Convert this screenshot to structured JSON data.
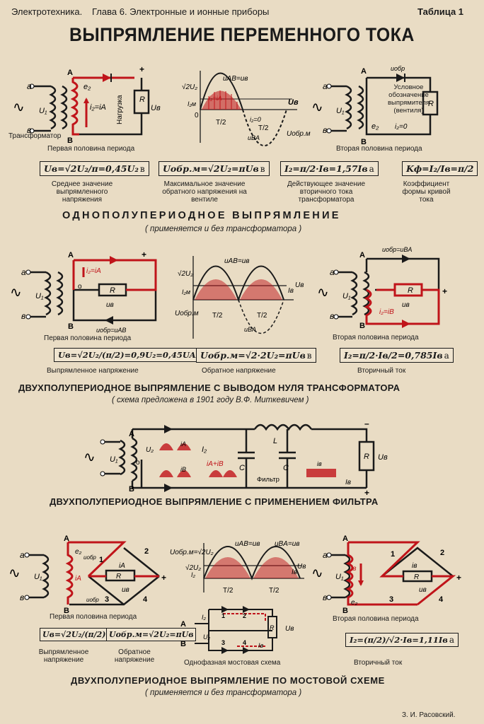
{
  "header": {
    "subject": "Электротехника.",
    "chapter": "Глава 6. Электронные и ионные приборы",
    "table": "Таблица 1"
  },
  "title": "ВЫПРЯМЛЕНИЕ ПЕРЕМЕННОГО ТОКА",
  "half_wave": {
    "caption_first": "Первая половина периода",
    "caption_second": "Вторая половина периода",
    "label_transformer": "Трансформатор",
    "label_load": "Нагрузка",
    "label_valve": "Условное обозначение выпрямителя (вентиля)",
    "formulas": [
      {
        "text": "Uв=√2U₂/π=0,45U₂",
        "unit": "в",
        "caption": "Среднее значение выпрямленного напряжения"
      },
      {
        "text": "Uобр.м=√2U₂=πUв",
        "unit": "в",
        "caption": "Максимальное значение обратного напряжения на вентиле"
      },
      {
        "text": "I₂=π/2·Iв=1,57Iв",
        "unit": "а",
        "caption": "Действующее значение вторичного тока трансформатора"
      },
      {
        "text": "Kф=I₂/Iв=π/2",
        "unit": "",
        "caption": "Коэффициент формы кривой тока"
      }
    ],
    "section_title": "ОДНОПОЛУПЕРИОДНОЕ ВЫПРЯМЛЕНИЕ",
    "section_sub": "( применяется и без трансформатора )"
  },
  "center_tap": {
    "caption_first": "Первая половина периода",
    "caption_second": "Вторая половина периода",
    "formulas": [
      {
        "text": "Uв=√2U₂/(π/2)=0,9U₂=0,45UAB",
        "unit": "в",
        "caption": "Выпрямленное напряжение"
      },
      {
        "text": "Uобр.м=√2·2U₂=πUв",
        "unit": "в",
        "caption": "Обратное напряжение"
      },
      {
        "text": "I₂=π/2·Iв/2=0,785Iв",
        "unit": "а",
        "caption": "Вторичный ток"
      }
    ],
    "section_title": "ДВУХПОЛУПЕРИОДНОЕ ВЫПРЯМЛЕНИЕ С ВЫВОДОМ НУЛЯ ТРАНСФОРМАТОРА",
    "section_sub": "( схема предложена в 1901 году В.Ф. Миткевичем )"
  },
  "filter": {
    "label_filter": "Фильтр",
    "section_title": "ДВУХПОЛУПЕРИОДНОЕ ВЫПРЯМЛЕНИЕ С ПРИМЕНЕНИЕМ ФИЛЬТРА"
  },
  "bridge": {
    "caption_first": "Первая половина периода",
    "caption_second": "Вторая половина периода",
    "caption_mid": "Однофазная мостовая схема",
    "formulas": [
      {
        "text": "Uв=√2U₂/(π/2)=0,9U₂",
        "unit": "",
        "caption": "Выпрямленное напряжение"
      },
      {
        "text": "Uобр.м=√2U₂=πUв",
        "unit": "",
        "caption": "Обратное напряжение"
      },
      {
        "text": "I₂=(π/2)/√2·Iв=1,11Iв",
        "unit": "а",
        "caption": "Вторичный ток"
      }
    ],
    "section_title": "ДВУХПОЛУПЕРИОДНОЕ ВЫПРЯМЛЕНИЕ ПО МОСТОВОЙ СХЕМЕ",
    "section_sub": "( применяется и без трансформатора )"
  },
  "author": "З. И. Расовский."
}
